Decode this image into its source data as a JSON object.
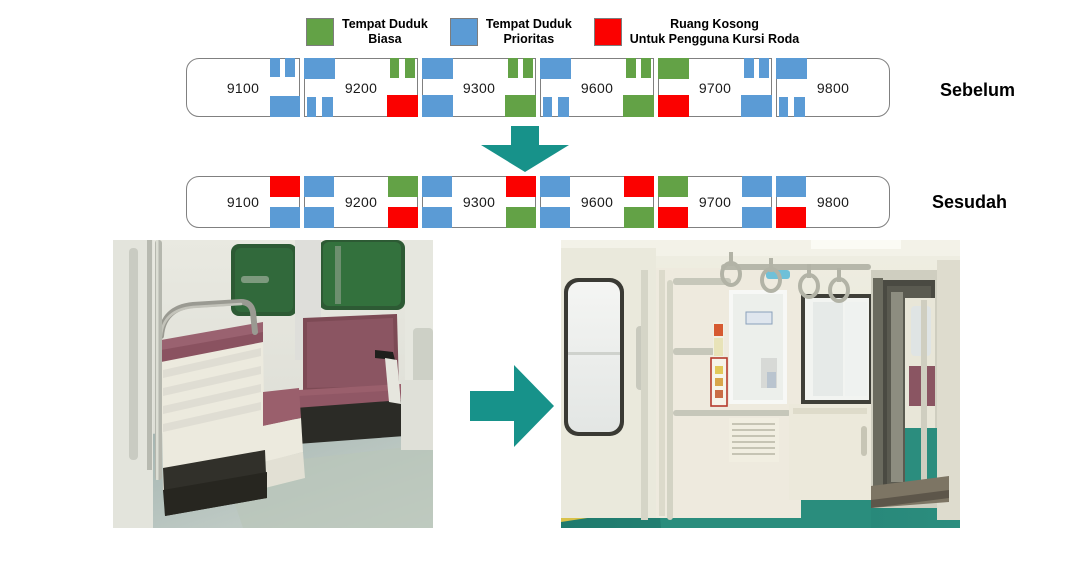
{
  "legend": {
    "items": [
      {
        "name": "regular-seat",
        "color": "#63a246",
        "label": "Tempat Duduk\nBiasa"
      },
      {
        "name": "priority-seat",
        "color": "#5b9bd5",
        "label": "Tempat Duduk\nPrioritas"
      },
      {
        "name": "wheelchair-space",
        "color": "#fb0100",
        "label": "Ruang Kosong\nUntuk Pengguna Kursi Roda"
      }
    ]
  },
  "colors": {
    "green": "#63a246",
    "blue": "#5b9bd5",
    "red": "#fb0100",
    "arrow_teal": "#17928a",
    "car_outline": "#808080"
  },
  "diagrams": {
    "before": {
      "label": "Sebelum",
      "cars": [
        {
          "number": "9100"
        },
        {
          "number": "9200"
        },
        {
          "number": "9300"
        },
        {
          "number": "9600"
        },
        {
          "number": "9700"
        },
        {
          "number": "9800"
        }
      ]
    },
    "after": {
      "label": "Sesudah",
      "cars": [
        {
          "number": "9100"
        },
        {
          "number": "9200"
        },
        {
          "number": "9300"
        },
        {
          "number": "9600"
        },
        {
          "number": "9700"
        },
        {
          "number": "9800"
        }
      ]
    }
  },
  "arrows": {
    "down": "down-arrow",
    "right": "right-arrow"
  },
  "photos": {
    "before": {
      "name": "photo-before-train-interior-with-seats"
    },
    "after": {
      "name": "photo-after-train-interior-wheelchair-space"
    }
  }
}
